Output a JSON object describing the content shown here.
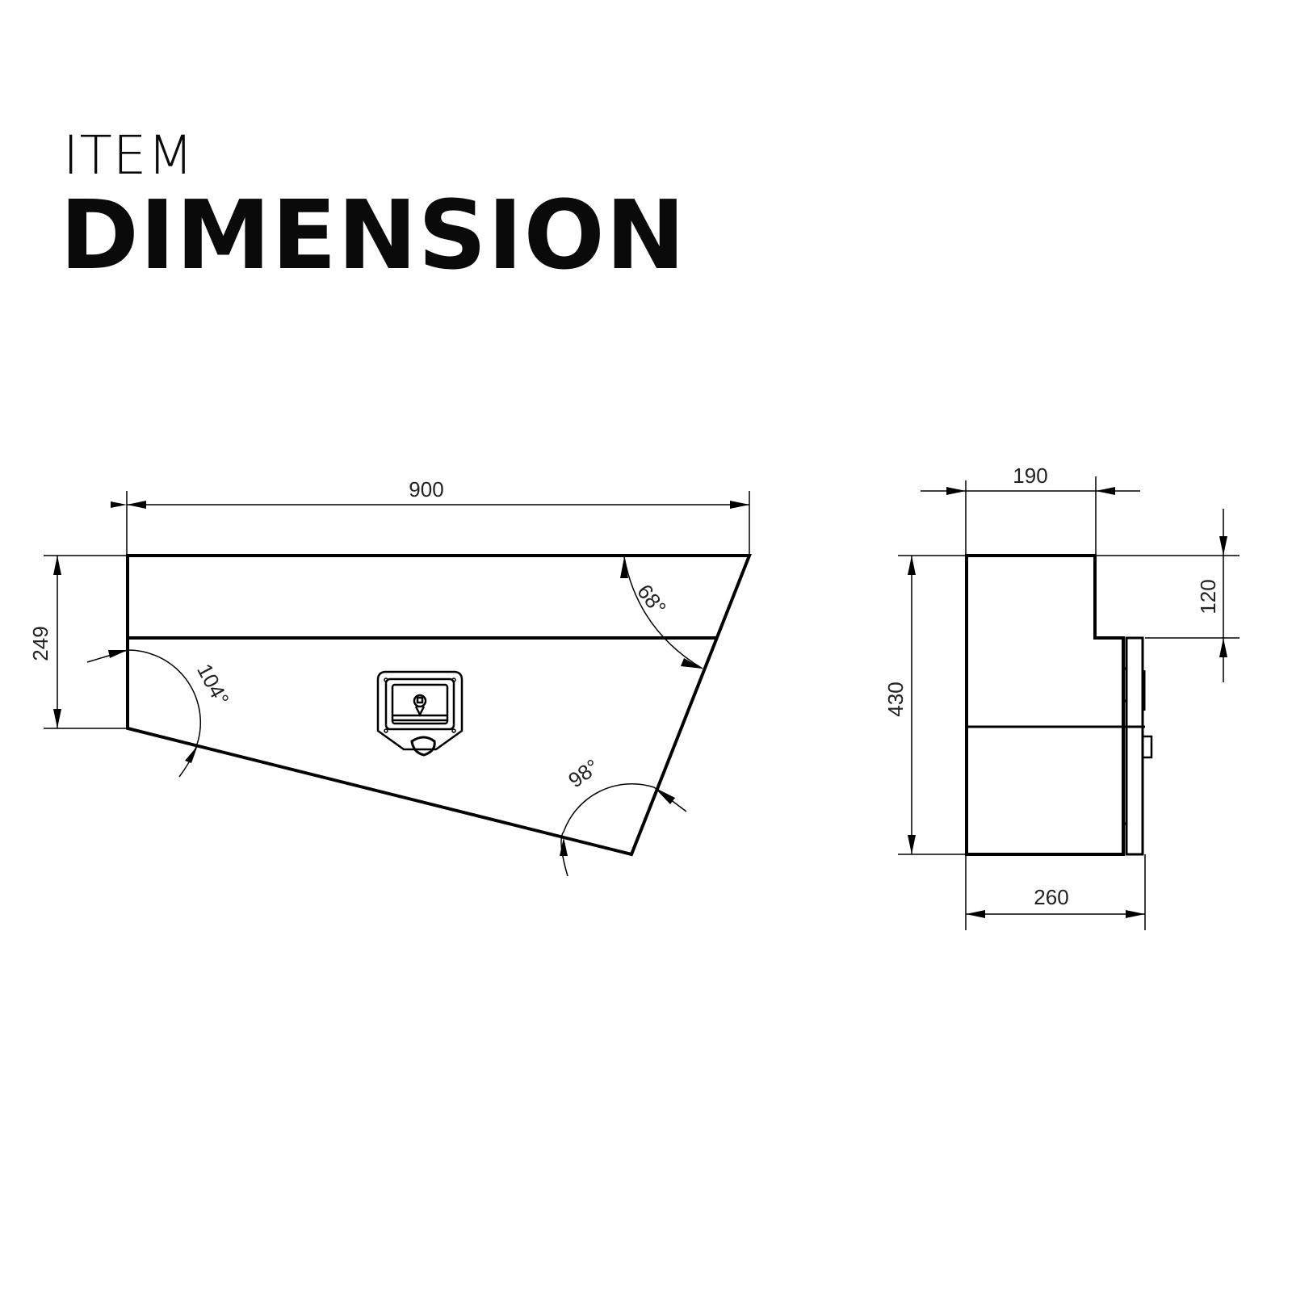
{
  "header": {
    "title_line1": "ITEM",
    "title_line2": "DIMENSION"
  },
  "front_view": {
    "width_label": "900",
    "height_label": "249",
    "angles": {
      "top_right": "68°",
      "left": "104°",
      "bottom_right": "98°"
    }
  },
  "side_view": {
    "top_width_label": "190",
    "lid_height_label": "120",
    "total_height_label": "430",
    "bottom_width_label": "260"
  },
  "colors": {
    "line": "#000000",
    "background": "#ffffff"
  }
}
